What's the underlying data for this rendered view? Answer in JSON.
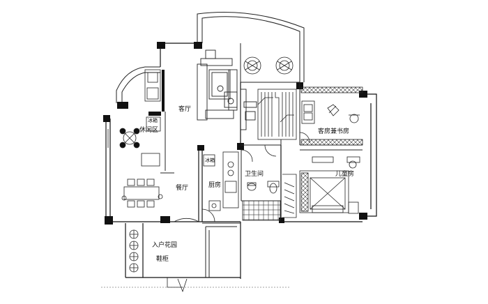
{
  "labels": {
    "living_room": "客厅",
    "leisure_area": "休闲区",
    "fridge_left": "冰箱",
    "dining_room": "餐厅",
    "fridge_kitchen": "冰箱",
    "kitchen": "厨房",
    "bathroom": "卫生间",
    "guest_study": "客房兼书房",
    "kids_room": "儿童房",
    "entry_garden": "入户花园",
    "shoe_cabinet": "鞋柜"
  },
  "colors": {
    "wall": "#111111",
    "line": "#222222",
    "background": "#ffffff"
  }
}
